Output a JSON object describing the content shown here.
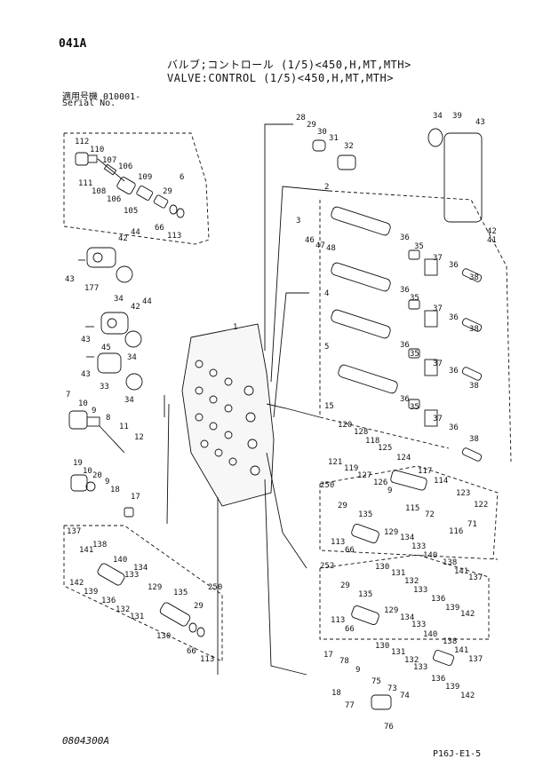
{
  "header": {
    "page_code": "041A",
    "title_jp": "バルブ;コントロール (1/5)<450,H,MT,MTH>",
    "title_en": "VALVE:CONTROL (1/5)<450,H,MT,MTH>",
    "serial_label_jp": "適用号機  010001-",
    "serial_label_en": "Serial No."
  },
  "footer": {
    "doc_code": "0804300A",
    "page_ref": "P16J-E1-5"
  },
  "callouts": [
    {
      "id": "c1",
      "text": "112"
    },
    {
      "id": "c2",
      "text": "110"
    },
    {
      "id": "c3",
      "text": "107"
    },
    {
      "id": "c4",
      "text": "106"
    },
    {
      "id": "c5",
      "text": "109"
    },
    {
      "id": "c6",
      "text": "6"
    },
    {
      "id": "c7",
      "text": "111"
    },
    {
      "id": "c8",
      "text": "108"
    },
    {
      "id": "c9",
      "text": "106"
    },
    {
      "id": "c10",
      "text": "105"
    },
    {
      "id": "c11",
      "text": "29"
    },
    {
      "id": "c12",
      "text": "66"
    },
    {
      "id": "c13",
      "text": "113"
    },
    {
      "id": "c14",
      "text": "44"
    },
    {
      "id": "c15",
      "text": "42"
    },
    {
      "id": "c16",
      "text": "43"
    },
    {
      "id": "c17",
      "text": "177"
    },
    {
      "id": "c18",
      "text": "34"
    },
    {
      "id": "c19",
      "text": "44"
    },
    {
      "id": "c20",
      "text": "42"
    },
    {
      "id": "c21",
      "text": "43"
    },
    {
      "id": "c22",
      "text": "45"
    },
    {
      "id": "c23",
      "text": "34"
    },
    {
      "id": "c24",
      "text": "43"
    },
    {
      "id": "c25",
      "text": "33"
    },
    {
      "id": "c26",
      "text": "34"
    },
    {
      "id": "c27",
      "text": "1"
    },
    {
      "id": "c28",
      "text": "7"
    },
    {
      "id": "c29",
      "text": "10"
    },
    {
      "id": "c30",
      "text": "9"
    },
    {
      "id": "c31",
      "text": "8"
    },
    {
      "id": "c32",
      "text": "11"
    },
    {
      "id": "c33",
      "text": "12"
    },
    {
      "id": "c34",
      "text": "19"
    },
    {
      "id": "c35",
      "text": "10"
    },
    {
      "id": "c36",
      "text": "20"
    },
    {
      "id": "c37",
      "text": "9"
    },
    {
      "id": "c38",
      "text": "18"
    },
    {
      "id": "c39",
      "text": "17"
    },
    {
      "id": "c40",
      "text": "28"
    },
    {
      "id": "c41",
      "text": "29"
    },
    {
      "id": "c42",
      "text": "30"
    },
    {
      "id": "c43",
      "text": "31"
    },
    {
      "id": "c44",
      "text": "32"
    },
    {
      "id": "c45",
      "text": "34"
    },
    {
      "id": "c46",
      "text": "39"
    },
    {
      "id": "c47",
      "text": "43"
    },
    {
      "id": "c48",
      "text": "2"
    },
    {
      "id": "c49",
      "text": "42"
    },
    {
      "id": "c50",
      "text": "41"
    },
    {
      "id": "c51",
      "text": "3"
    },
    {
      "id": "c52",
      "text": "46"
    },
    {
      "id": "c53",
      "text": "47"
    },
    {
      "id": "c54",
      "text": "48"
    },
    {
      "id": "c55",
      "text": "36"
    },
    {
      "id": "c56",
      "text": "35"
    },
    {
      "id": "c57",
      "text": "37"
    },
    {
      "id": "c58",
      "text": "36"
    },
    {
      "id": "c59",
      "text": "38"
    },
    {
      "id": "c60",
      "text": "4"
    },
    {
      "id": "c61",
      "text": "36"
    },
    {
      "id": "c62",
      "text": "35"
    },
    {
      "id": "c63",
      "text": "37"
    },
    {
      "id": "c64",
      "text": "36"
    },
    {
      "id": "c65",
      "text": "38"
    },
    {
      "id": "c66",
      "text": "5"
    },
    {
      "id": "c67",
      "text": "36"
    },
    {
      "id": "c68",
      "text": "35"
    },
    {
      "id": "c69",
      "text": "37"
    },
    {
      "id": "c70",
      "text": "36"
    },
    {
      "id": "c71",
      "text": "38"
    },
    {
      "id": "c72",
      "text": "36"
    },
    {
      "id": "c73",
      "text": "35"
    },
    {
      "id": "c74",
      "text": "37"
    },
    {
      "id": "c75",
      "text": "36"
    },
    {
      "id": "c76",
      "text": "38"
    },
    {
      "id": "c77",
      "text": "15"
    },
    {
      "id": "c78",
      "text": "120"
    },
    {
      "id": "c79",
      "text": "128"
    },
    {
      "id": "c80",
      "text": "118"
    },
    {
      "id": "c81",
      "text": "125"
    },
    {
      "id": "c82",
      "text": "121"
    },
    {
      "id": "c83",
      "text": "119"
    },
    {
      "id": "c84",
      "text": "127"
    },
    {
      "id": "c85",
      "text": "126"
    },
    {
      "id": "c86",
      "text": "9"
    },
    {
      "id": "c87",
      "text": "124"
    },
    {
      "id": "c88",
      "text": "117"
    },
    {
      "id": "c89",
      "text": "114"
    },
    {
      "id": "c90",
      "text": "123"
    },
    {
      "id": "c91",
      "text": "122"
    },
    {
      "id": "c92",
      "text": "115"
    },
    {
      "id": "c93",
      "text": "72"
    },
    {
      "id": "c94",
      "text": "116"
    },
    {
      "id": "c95",
      "text": "71"
    },
    {
      "id": "c96",
      "text": "250"
    },
    {
      "id": "c97",
      "text": "29"
    },
    {
      "id": "c98",
      "text": "135"
    },
    {
      "id": "c99",
      "text": "113"
    },
    {
      "id": "c100",
      "text": "66"
    },
    {
      "id": "c101",
      "text": "129"
    },
    {
      "id": "c102",
      "text": "134"
    },
    {
      "id": "c103",
      "text": "133"
    },
    {
      "id": "c104",
      "text": "140"
    },
    {
      "id": "c105",
      "text": "130"
    },
    {
      "id": "c106",
      "text": "131"
    },
    {
      "id": "c107",
      "text": "132"
    },
    {
      "id": "c108",
      "text": "138"
    },
    {
      "id": "c109",
      "text": "141"
    },
    {
      "id": "c110",
      "text": "137"
    },
    {
      "id": "c111",
      "text": "133"
    },
    {
      "id": "c112",
      "text": "136"
    },
    {
      "id": "c113",
      "text": "139"
    },
    {
      "id": "c114",
      "text": "142"
    },
    {
      "id": "c115",
      "text": "252"
    },
    {
      "id": "c116",
      "text": "29"
    },
    {
      "id": "c117",
      "text": "135"
    },
    {
      "id": "c118",
      "text": "113"
    },
    {
      "id": "c119",
      "text": "66"
    },
    {
      "id": "c120",
      "text": "129"
    },
    {
      "id": "c121",
      "text": "134"
    },
    {
      "id": "c122",
      "text": "133"
    },
    {
      "id": "c123",
      "text": "140"
    },
    {
      "id": "c124",
      "text": "130"
    },
    {
      "id": "c125",
      "text": "131"
    },
    {
      "id": "c126",
      "text": "132"
    },
    {
      "id": "c127",
      "text": "138"
    },
    {
      "id": "c128",
      "text": "141"
    },
    {
      "id": "c129",
      "text": "137"
    },
    {
      "id": "c130",
      "text": "133"
    },
    {
      "id": "c131",
      "text": "136"
    },
    {
      "id": "c132",
      "text": "139"
    },
    {
      "id": "c133",
      "text": "142"
    },
    {
      "id": "c134",
      "text": "17"
    },
    {
      "id": "c135",
      "text": "78"
    },
    {
      "id": "c136",
      "text": "9"
    },
    {
      "id": "c137",
      "text": "18"
    },
    {
      "id": "c138",
      "text": "75"
    },
    {
      "id": "c139",
      "text": "77"
    },
    {
      "id": "c140",
      "text": "73"
    },
    {
      "id": "c141",
      "text": "74"
    },
    {
      "id": "c142",
      "text": "76"
    },
    {
      "id": "c143",
      "text": "137"
    },
    {
      "id": "c144",
      "text": "141"
    },
    {
      "id": "c145",
      "text": "138"
    },
    {
      "id": "c146",
      "text": "142"
    },
    {
      "id": "c147",
      "text": "139"
    },
    {
      "id": "c148",
      "text": "136"
    },
    {
      "id": "c149",
      "text": "140"
    },
    {
      "id": "c150",
      "text": "134"
    },
    {
      "id": "c151",
      "text": "133"
    },
    {
      "id": "c152",
      "text": "132"
    },
    {
      "id": "c153",
      "text": "131"
    },
    {
      "id": "c154",
      "text": "129"
    },
    {
      "id": "c155",
      "text": "135"
    },
    {
      "id": "c156",
      "text": "130"
    },
    {
      "id": "c157",
      "text": "250"
    },
    {
      "id": "c158",
      "text": "29"
    },
    {
      "id": "c159",
      "text": "66"
    },
    {
      "id": "c160",
      "text": "113"
    }
  ]
}
